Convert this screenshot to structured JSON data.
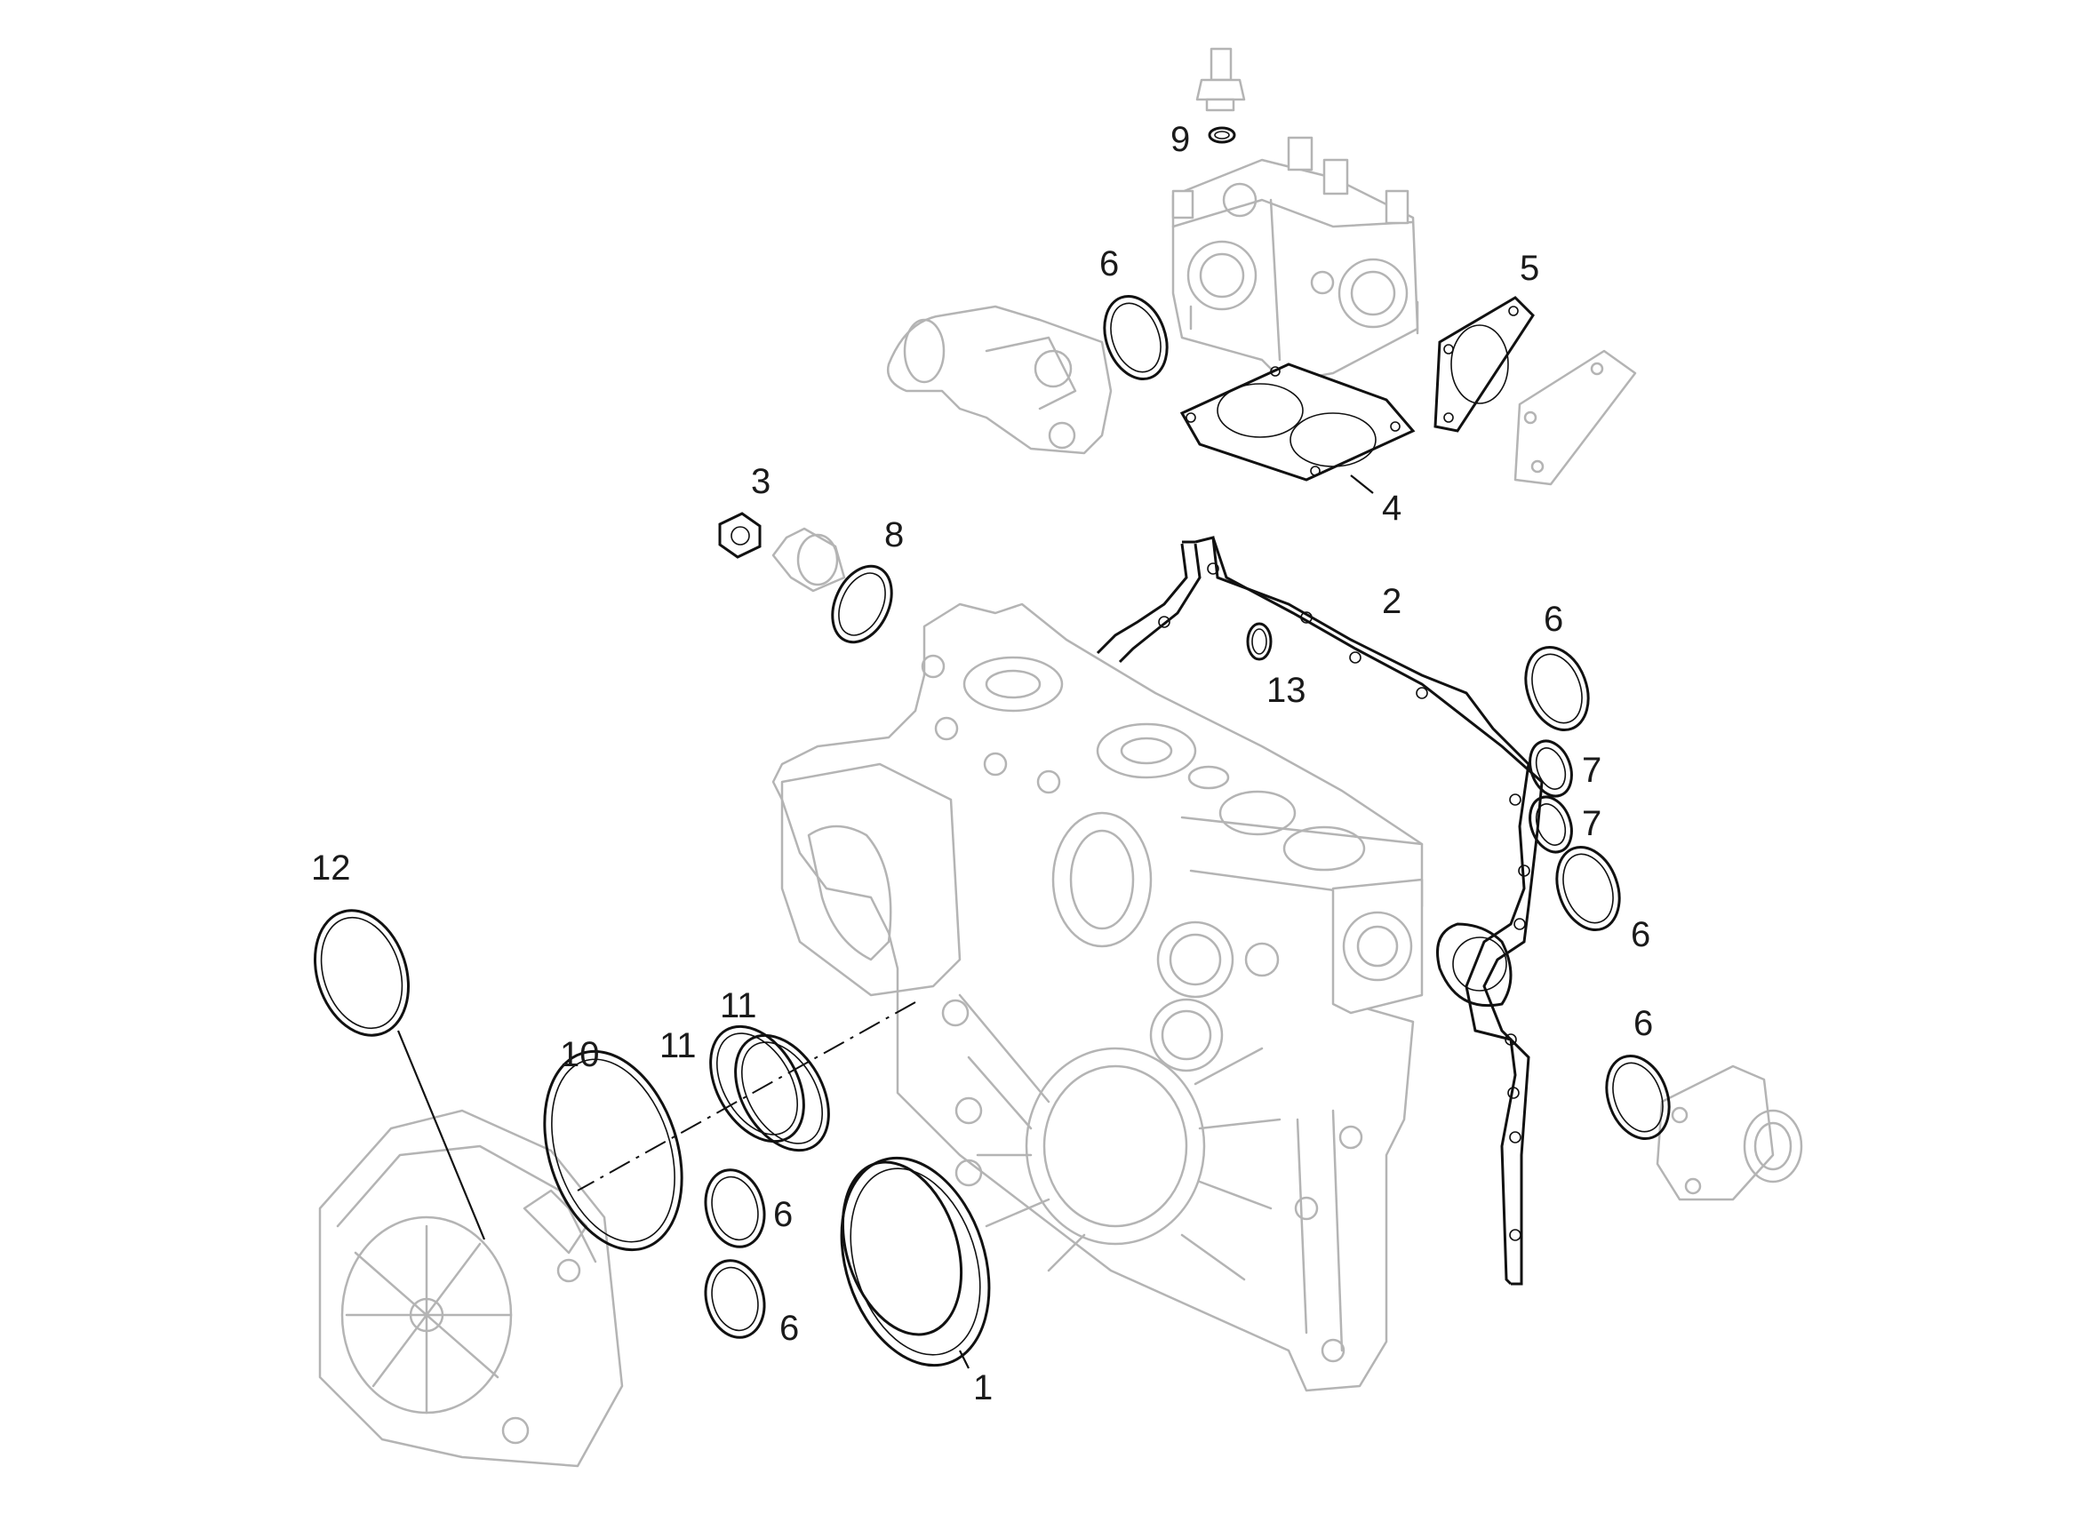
{
  "callouts": {
    "p1": "1",
    "p2": "2",
    "p3": "3",
    "p4": "4",
    "p5": "5",
    "p6": "6",
    "p7": "7",
    "p8": "8",
    "p9": "9",
    "p10": "10",
    "p11": "11",
    "p12": "12",
    "p13": "13"
  },
  "colors": {
    "part_outline": "#111111",
    "context_outline": "#b4b4b4",
    "background": "#ffffff"
  }
}
